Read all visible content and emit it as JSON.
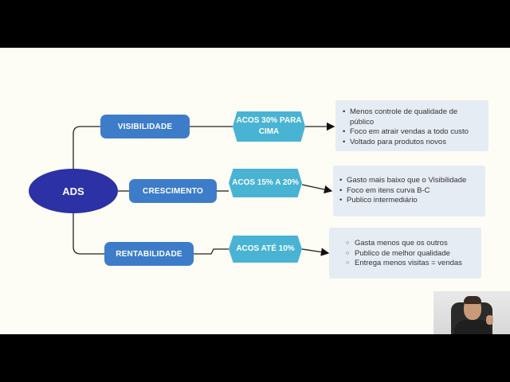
{
  "root": {
    "label": "ADS"
  },
  "branches": [
    {
      "label": "VISIBILIDADE",
      "acos": "ACOS 30% PARA CIMA",
      "items": [
        "Menos controle de qualidade de público",
        "Foco em atrair vendas a todo custo",
        "Voltado para produtos novos"
      ]
    },
    {
      "label": "CRESCIMENTO",
      "acos": "ACOS 15% A 20%",
      "items": [
        "Gasto mais baixo que o Visibilidade",
        "Foco em itens curva B-C",
        "Publico intermediário"
      ]
    },
    {
      "label": "RENTABILIDADE",
      "acos": "ACOS ATÉ 10%",
      "items": [
        "Gasta menos que os outros",
        "Publico de melhor qualidade",
        "Entrega menos visitas = vendas"
      ]
    }
  ],
  "colors": {
    "root": "#2c31a6",
    "branch": "#3d7cc9",
    "acos": "#49b3d4",
    "box": "#e6ecf4",
    "background": "#fdfdf5"
  }
}
